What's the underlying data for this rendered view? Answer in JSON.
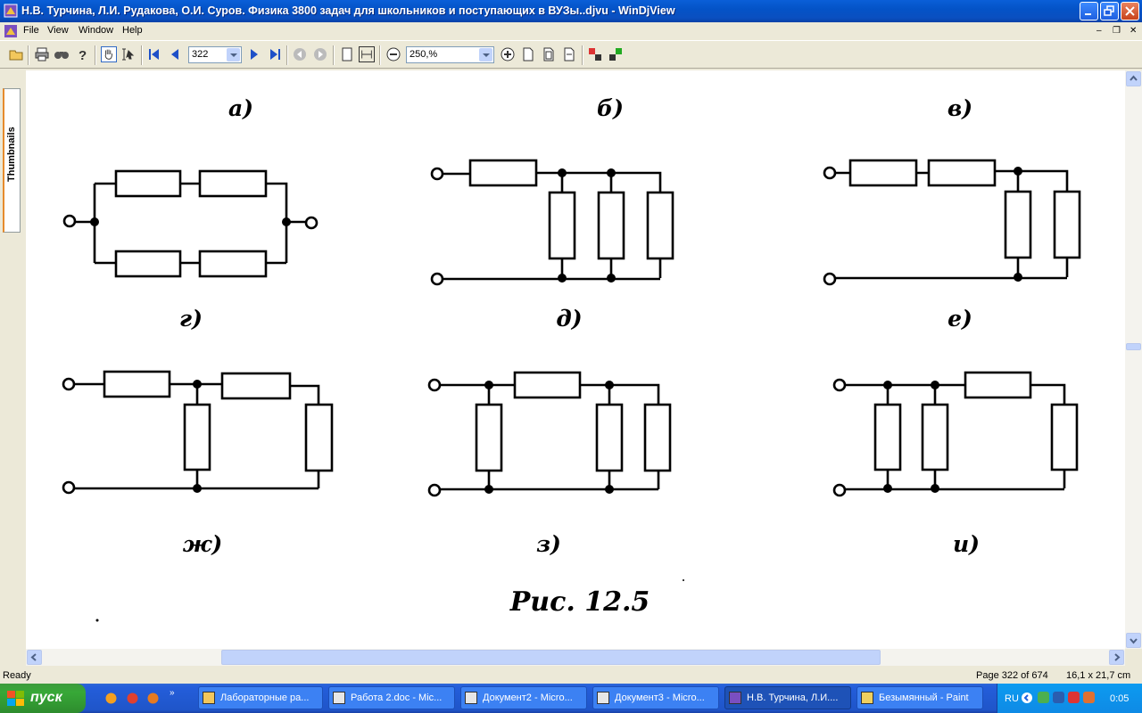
{
  "window": {
    "title": "Н.В. Турчина, Л.И. Рудакова, О.И. Суров. Физика 3800 задач для школьников и поступающих в ВУЗы..djvu - WinDjView"
  },
  "menu": {
    "items": [
      "File",
      "View",
      "Window",
      "Help"
    ]
  },
  "toolbar": {
    "page_value": "322",
    "zoom_value": "250,%"
  },
  "sidebar": {
    "thumbnails_label": "Thumbnails"
  },
  "figure": {
    "labels": {
      "a": "а)",
      "b": "б)",
      "v": "в)",
      "g": "г)",
      "d": "д)",
      "e": "е)",
      "zh": "ж)",
      "z": "з)",
      "i": "и)"
    },
    "caption": "Рис. 12.5"
  },
  "status": {
    "left": "Ready",
    "page": "Page 322 of 674",
    "size": "16,1 x 21,7 cm"
  },
  "taskbar": {
    "start_label": "пуск",
    "tasks": [
      "Лабораторные ра...",
      "Работа 2.doc - Mic...",
      "Документ2 - Micro...",
      "Документ3 - Micro...",
      "Н.В. Турчина, Л.И....",
      "Безымянный - Paint"
    ],
    "lang": "RU",
    "clock": "0:05"
  }
}
